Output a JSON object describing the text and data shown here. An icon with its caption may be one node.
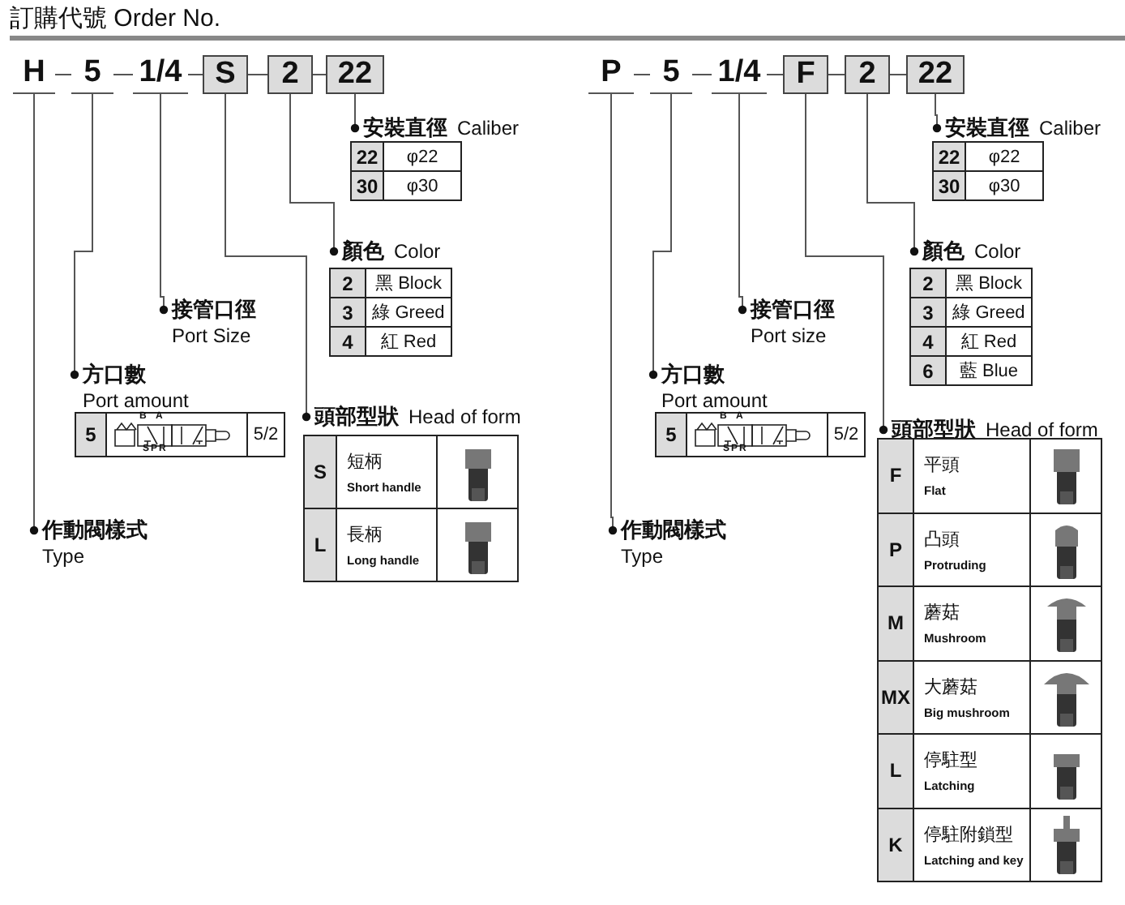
{
  "diagram": {
    "title": "訂購代號 Order No.",
    "nodes": [
      {
        "text": [
          "H"
        ]
      },
      {
        "text": [
          "5"
        ]
      },
      {
        "text": [
          "1/4"
        ]
      },
      {
        "text": [
          "S"
        ]
      },
      {
        "text": [
          "2"
        ]
      },
      {
        "text": [
          "22"
        ]
      },
      {
        "text": [
          "安裝直徑",
          "Caliber"
        ]
      },
      {
        "text": [
          "顏色",
          "Color"
        ]
      },
      {
        "text": [
          "接管口徑",
          "Port Size"
        ]
      },
      {
        "text": [
          "方口數",
          "Port amount"
        ]
      },
      {
        "text": [
          "頭部型狀",
          "Head of form"
        ]
      },
      {
        "text": [
          "作動閥樣式",
          "Type"
        ]
      },
      {
        "text": [
          "P"
        ]
      },
      {
        "text": [
          "5"
        ]
      },
      {
        "text": [
          "1/4"
        ]
      },
      {
        "text": [
          "F"
        ]
      },
      {
        "text": [
          "2"
        ]
      },
      {
        "text": [
          "22"
        ]
      },
      {
        "text": [
          "安裝直徑",
          "Caliber"
        ]
      },
      {
        "text": [
          "顏色",
          "Color"
        ]
      },
      {
        "text": [
          "接管口徑",
          "Port size"
        ]
      },
      {
        "text": [
          "方口數",
          "Port amount"
        ]
      },
      {
        "text": [
          "頭部型狀",
          "Head of form"
        ]
      },
      {
        "text": [
          "作動閥樣式",
          "Type"
        ]
      }
    ],
    "edges": [
      {
        "from": 0,
        "to": 1,
        "arrow": "none"
      },
      {
        "from": 1,
        "to": 2,
        "arrow": "none"
      },
      {
        "from": 2,
        "to": 3,
        "arrow": "none"
      },
      {
        "from": 3,
        "to": 4,
        "arrow": "none"
      },
      {
        "from": 4,
        "to": 5,
        "arrow": "none"
      },
      {
        "from": 5,
        "to": 6,
        "arrow": "other"
      },
      {
        "from": 4,
        "to": 7,
        "arrow": "other"
      },
      {
        "from": 3,
        "to": 10,
        "arrow": "other"
      },
      {
        "from": 2,
        "to": 8,
        "arrow": "other"
      },
      {
        "from": 1,
        "to": 9,
        "arrow": "other"
      },
      {
        "from": 0,
        "to": 11,
        "arrow": "other"
      },
      {
        "from": 12,
        "to": 13,
        "arrow": "none"
      },
      {
        "from": 13,
        "to": 14,
        "arrow": "none"
      },
      {
        "from": 14,
        "to": 15,
        "arrow": "none"
      },
      {
        "from": 15,
        "to": 16,
        "arrow": "none"
      },
      {
        "from": 16,
        "to": 17,
        "arrow": "none"
      },
      {
        "from": 17,
        "to": 18,
        "arrow": "other"
      },
      {
        "from": 16,
        "to": 19,
        "arrow": "other"
      },
      {
        "from": 15,
        "to": 22,
        "arrow": "other"
      },
      {
        "from": 14,
        "to": 20,
        "arrow": "other"
      },
      {
        "from": 13,
        "to": 21,
        "arrow": "other"
      },
      {
        "from": 12,
        "to": 23,
        "arrow": "other"
      }
    ],
    "labels": [
      "22",
      "φ22",
      "30",
      "φ30",
      "2",
      "黑 Block",
      "3",
      "綠 Greed",
      "4",
      "紅 Red",
      "22",
      "φ22",
      "30",
      "φ30",
      "2",
      "黑 Block",
      "3",
      "綠 Greed",
      "4",
      "紅 Red",
      "6",
      "藍 Blue",
      "5",
      "B",
      "A",
      "S",
      "P",
      "R",
      "5/2",
      "5",
      "B",
      "A",
      "S",
      "P",
      "R",
      "5/2",
      "S",
      "短柄",
      "Short handle",
      "L",
      "長柄",
      "Long handle",
      "F",
      "平頭",
      "Flat",
      "P",
      "凸頭",
      "Protruding",
      "M",
      "蘑菇",
      "Mushroom",
      "MX",
      "大蘑菇",
      "Big mushroom",
      "L",
      "停駐型",
      "Latching",
      "K",
      "停駐附鎖型",
      "Latching and key"
    ]
  }
}
